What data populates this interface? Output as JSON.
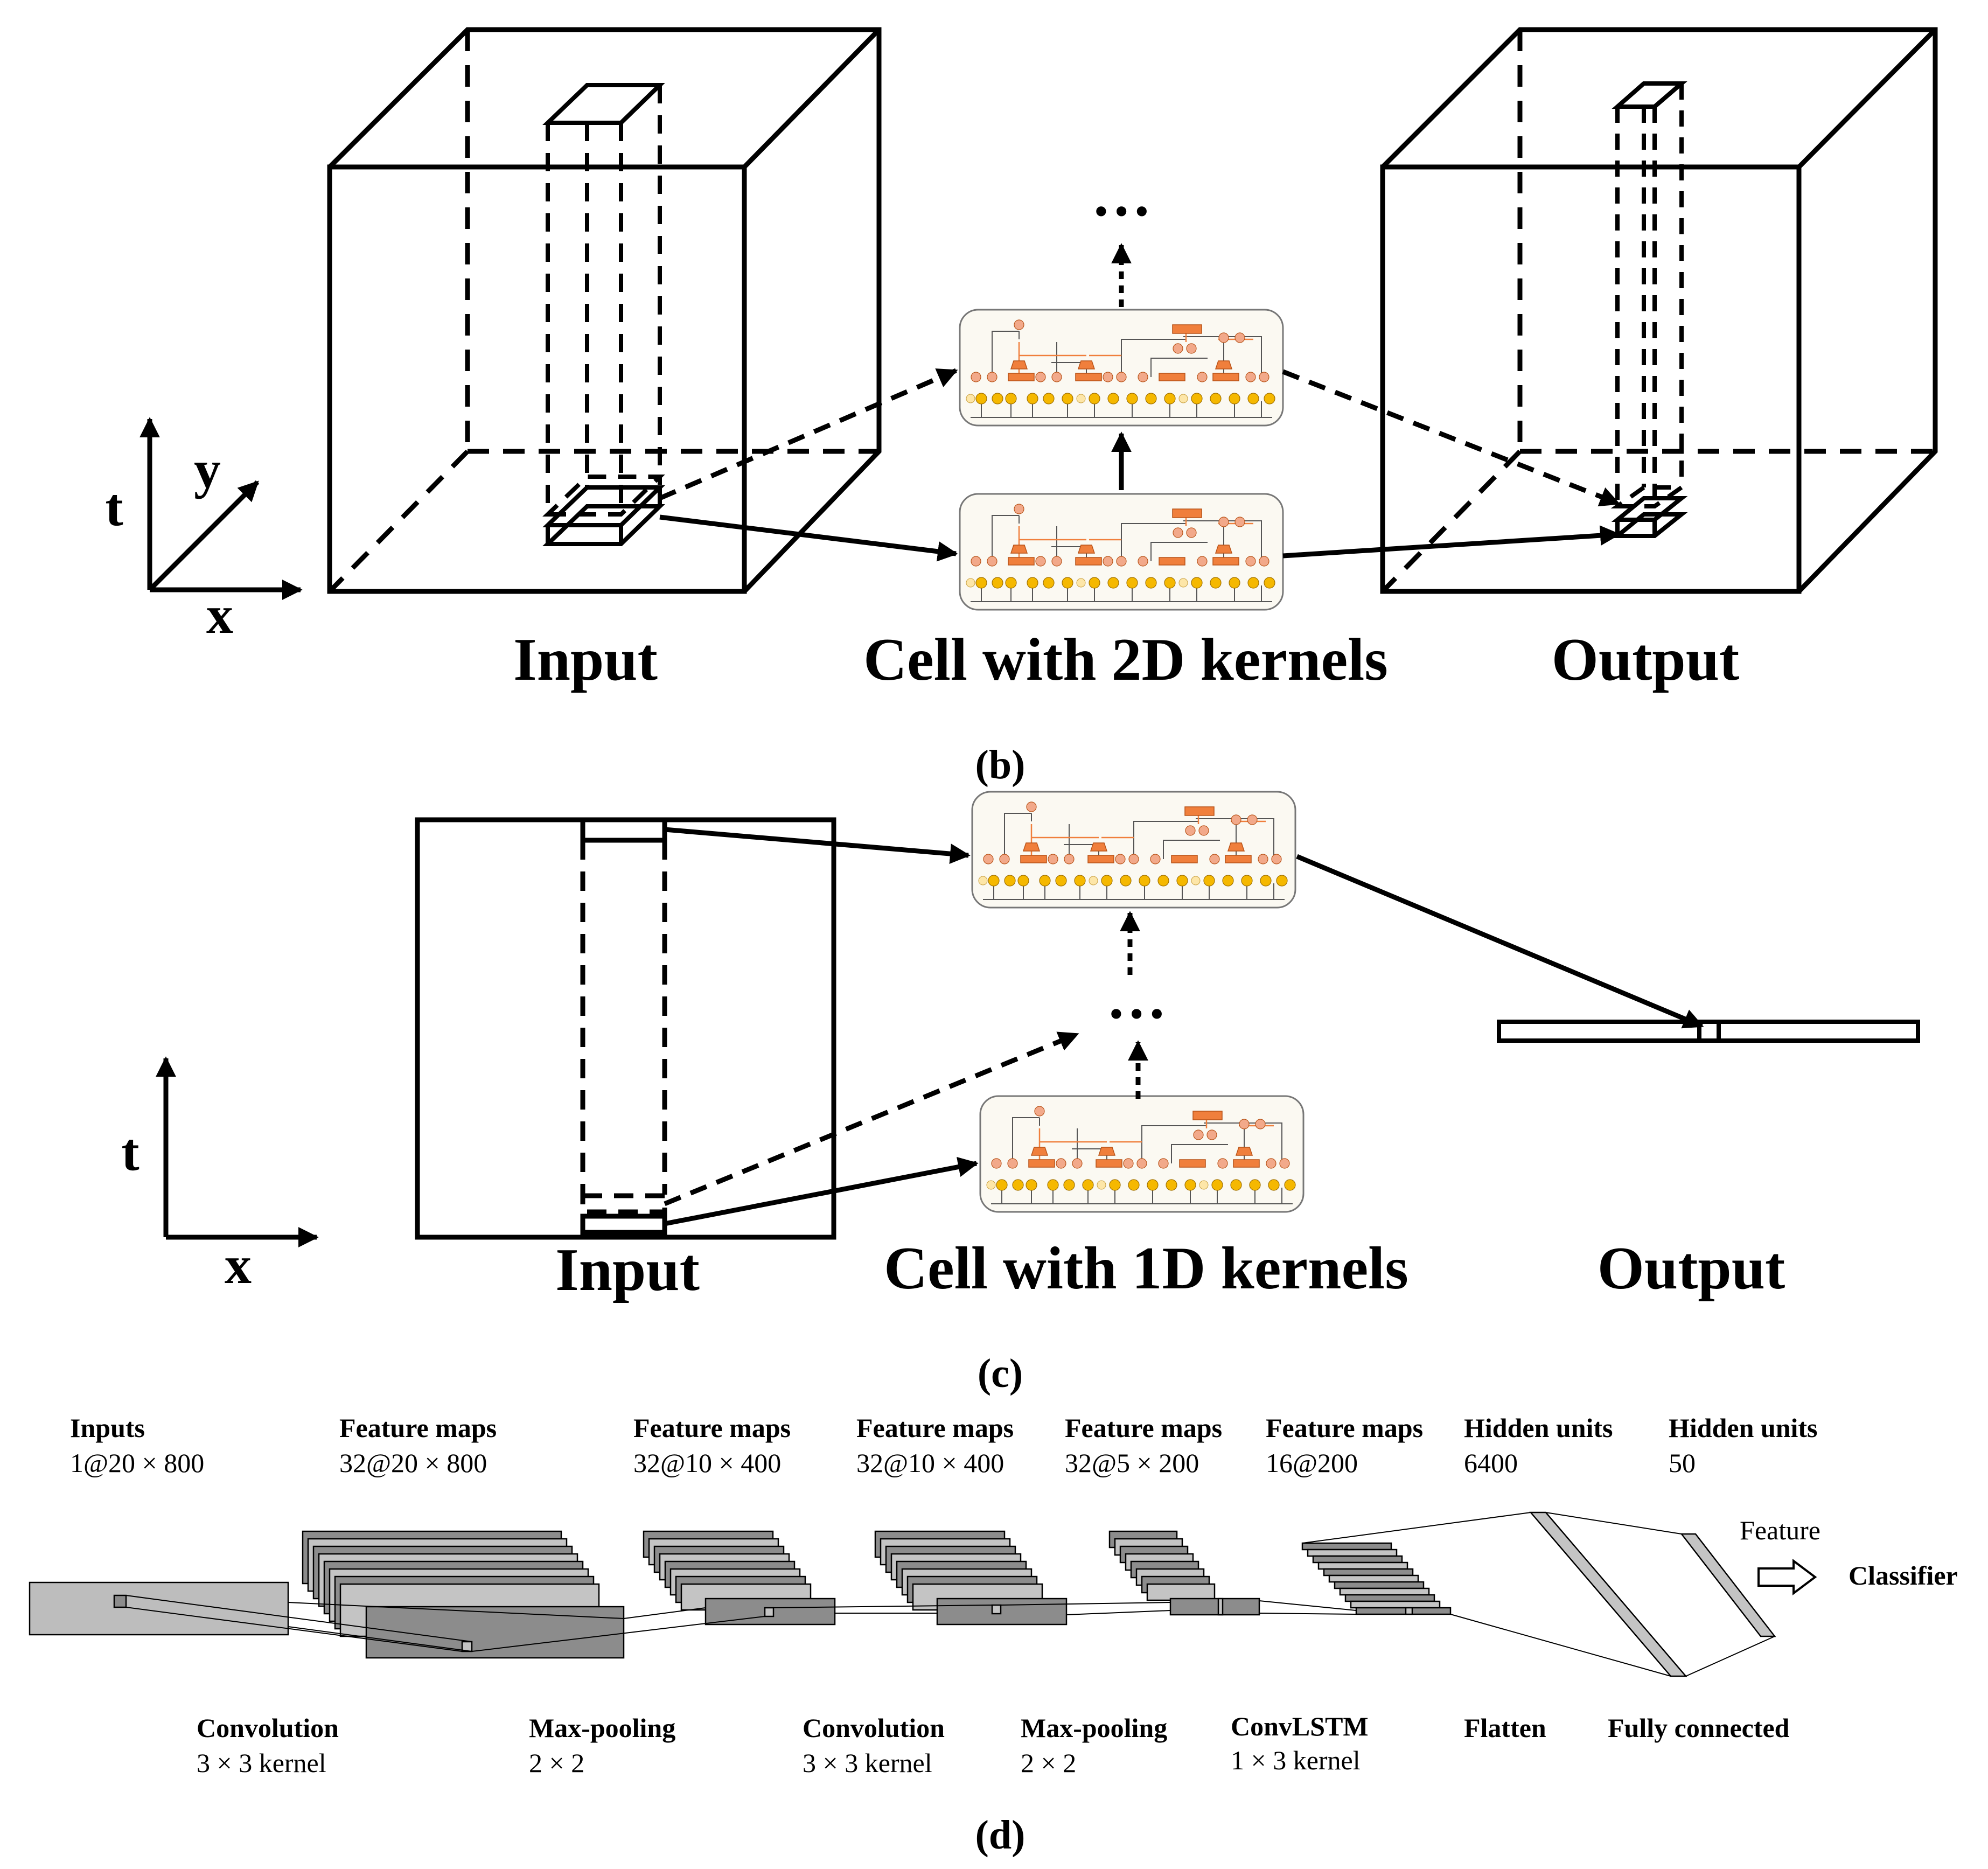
{
  "panel_b": {
    "axes": {
      "t": "t",
      "y": "y",
      "x": "x"
    },
    "input_label": "Input",
    "cell_label": "Cell with 2D kernels",
    "output_label": "Output",
    "ellipsis": "…",
    "caption": "(b)"
  },
  "panel_c": {
    "axes": {
      "t": "t",
      "x": "x"
    },
    "input_label": "Input",
    "cell_label": "Cell with 1D kernels",
    "output_label": "Output",
    "ellipsis": "…",
    "caption": "(c)"
  },
  "panel_d": {
    "columns": [
      {
        "title": "Inputs",
        "dims": "1@20 × 800"
      },
      {
        "title": "Feature maps",
        "dims": "32@20 × 800"
      },
      {
        "title": "Feature maps",
        "dims": "32@10 × 400"
      },
      {
        "title": "Feature maps",
        "dims": "32@10 × 400"
      },
      {
        "title": "Feature maps",
        "dims": "32@5 × 200"
      },
      {
        "title": "Feature maps",
        "dims": "16@200"
      },
      {
        "title": "Hidden units",
        "dims": "6400"
      },
      {
        "title": "Hidden units",
        "dims": "50"
      }
    ],
    "operations": [
      {
        "title": "Convolution",
        "detail": "3 × 3 kernel"
      },
      {
        "title": "Max-pooling",
        "detail": "2 × 2"
      },
      {
        "title": "Convolution",
        "detail": "3 × 3 kernel"
      },
      {
        "title": "Max-pooling",
        "detail": "2 × 2"
      },
      {
        "title": "ConvLSTM",
        "detail": "1 × 3 kernel"
      },
      {
        "title": "Flatten",
        "detail": ""
      },
      {
        "title": "Fully connected",
        "detail": ""
      }
    ],
    "feature_label": "Feature",
    "classifier_label": "Classifier",
    "caption": "(d)"
  },
  "colors": {
    "stroke": "#000000",
    "cell_orange": "#f07f3c",
    "cell_peach": "#f2a98a",
    "cell_yellow": "#f5b800",
    "cell_bg": "#fbf9f2",
    "map_dark": "#8c8c8c",
    "map_light": "#c4c4c4",
    "input_map": "#bdbdbd"
  }
}
